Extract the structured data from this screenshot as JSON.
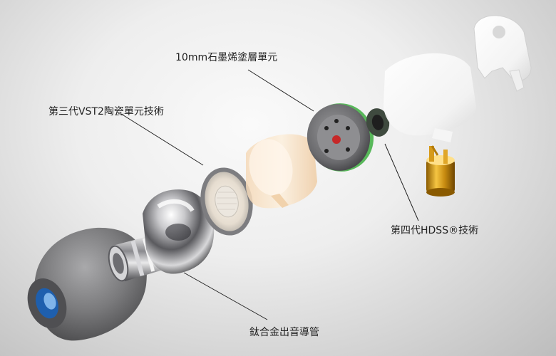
{
  "labels": {
    "driver_10mm": "10mm石墨烯塗層單元",
    "vst2": "第三代VST2陶瓷單元技術",
    "hdss": "第四代HDSS®技術",
    "titanium": "鈦合金出音導管"
  }
}
